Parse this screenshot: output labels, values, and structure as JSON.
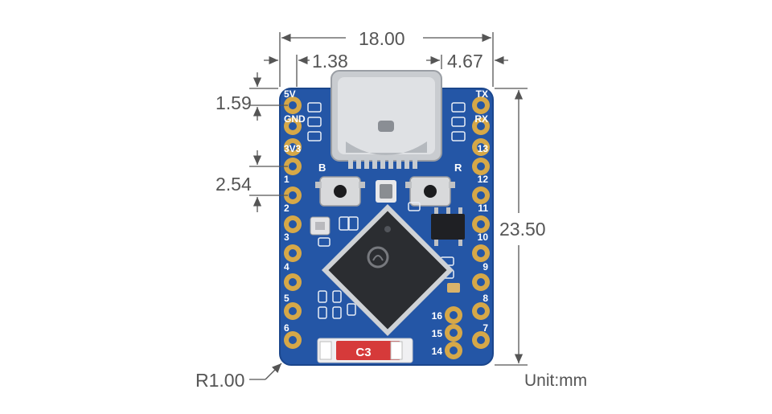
{
  "dimensions": {
    "width": "18.00",
    "pin_offset_left": "1.38",
    "usb_offset_right": "4.67",
    "top_margin": "1.59",
    "pin_pitch": "2.54",
    "height": "23.50",
    "corner_radius": "R1.00"
  },
  "unit_label": "Unit:mm",
  "silkscreen": {
    "left_pins": [
      "5V",
      "GND",
      "3V3",
      "1",
      "2",
      "3",
      "4",
      "5",
      "6"
    ],
    "right_pins": [
      "TX",
      "RX",
      "13",
      "12",
      "11",
      "10",
      "9",
      "8",
      "7"
    ],
    "inner_pins": [
      "16",
      "15",
      "14"
    ],
    "boot_label": "B",
    "reset_label": "R",
    "chip_badge": "C3"
  },
  "colors": {
    "pcb_blue": "#2456a6",
    "gold_pad": "#d6a848",
    "usb_metal": "#c9ccd0",
    "chip_black": "#2b2d31",
    "dimension_line": "#555555"
  }
}
